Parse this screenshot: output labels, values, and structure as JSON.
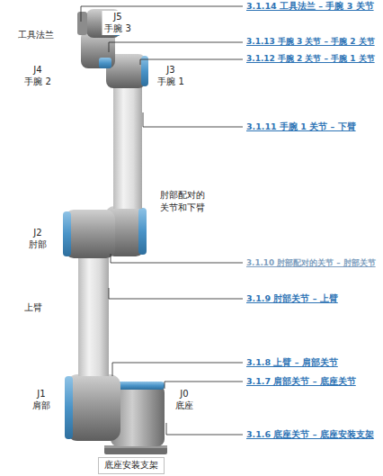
{
  "diagram": {
    "labels": [
      "工具法兰",
      "J5 手腕 3",
      "J4 手腕 2",
      "J3 手腕 1",
      "肘部配对的 关节和下臂",
      "J2 肘部",
      "上臂",
      "J1 肩部",
      "J0 底座",
      "底座安装支架",
      "3.1.14 工具法兰 – 手腕 3 关节",
      "3.1.13 手腕 3 关节 – 手腕 2 关节",
      "3.1.12 手腕 2 关节 – 手腕 1 关节",
      "3.1.11 手腕 1 关节 – 下臂",
      "3.1.10 肘部配对的关节 – 肘部关节",
      "3.1.9 肘部关节 – 上臂",
      "3.1.8 上臂 – 肩部关节",
      "3.1.7 肩部关节 – 底座关节",
      "3.1.6 底座关节 – 底座安装支架"
    ]
  }
}
